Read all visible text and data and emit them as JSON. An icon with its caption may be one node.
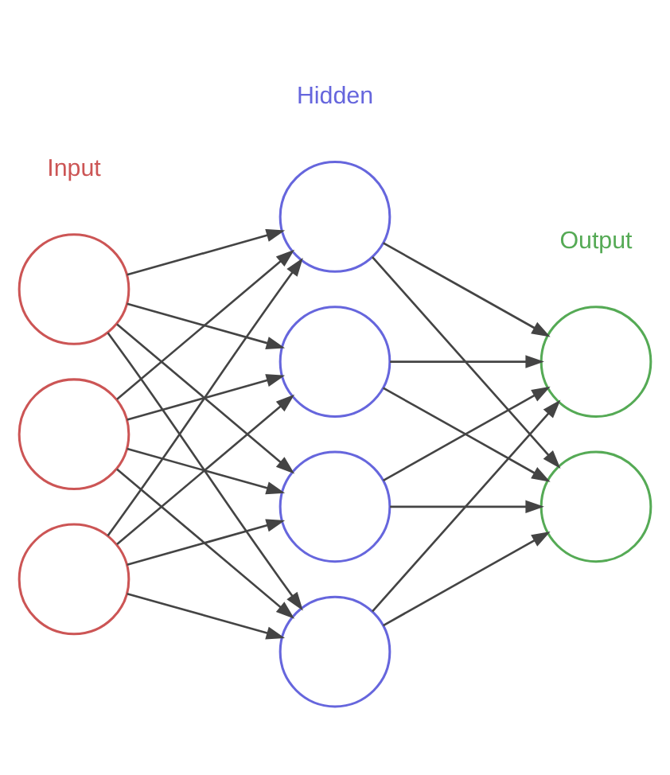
{
  "diagram": {
    "nodes": [
      {
        "text": [],
        "shape": "circle"
      },
      {
        "text": [],
        "shape": "circle"
      },
      {
        "text": [],
        "shape": "circle"
      },
      {
        "text": [],
        "shape": "circle"
      },
      {
        "text": [],
        "shape": "circle"
      },
      {
        "text": [],
        "shape": "circle"
      },
      {
        "text": [],
        "shape": "circle"
      },
      {
        "text": [],
        "shape": "circle"
      },
      {
        "text": [],
        "shape": "circle"
      }
    ],
    "edges": [
      {
        "from": 0,
        "to": 3,
        "arrow": "to"
      },
      {
        "from": 0,
        "to": 4,
        "arrow": "to"
      },
      {
        "from": 0,
        "to": 5,
        "arrow": "to"
      },
      {
        "from": 0,
        "to": 6,
        "arrow": "to"
      },
      {
        "from": 1,
        "to": 3,
        "arrow": "to"
      },
      {
        "from": 1,
        "to": 4,
        "arrow": "to"
      },
      {
        "from": 1,
        "to": 5,
        "arrow": "to"
      },
      {
        "from": 1,
        "to": 6,
        "arrow": "to"
      },
      {
        "from": 2,
        "to": 3,
        "arrow": "to"
      },
      {
        "from": 2,
        "to": 4,
        "arrow": "to"
      },
      {
        "from": 2,
        "to": 5,
        "arrow": "to"
      },
      {
        "from": 2,
        "to": 6,
        "arrow": "to"
      },
      {
        "from": 3,
        "to": 7,
        "arrow": "to"
      },
      {
        "from": 3,
        "to": 8,
        "arrow": "to"
      },
      {
        "from": 4,
        "to": 7,
        "arrow": "to"
      },
      {
        "from": 4,
        "to": 8,
        "arrow": "to"
      },
      {
        "from": 5,
        "to": 7,
        "arrow": "to"
      },
      {
        "from": 5,
        "to": 8,
        "arrow": "to"
      },
      {
        "from": 6,
        "to": 7,
        "arrow": "to"
      },
      {
        "from": 6,
        "to": 8,
        "arrow": "to"
      }
    ],
    "labels": [
      "Input",
      "Hidden",
      "Output"
    ]
  }
}
